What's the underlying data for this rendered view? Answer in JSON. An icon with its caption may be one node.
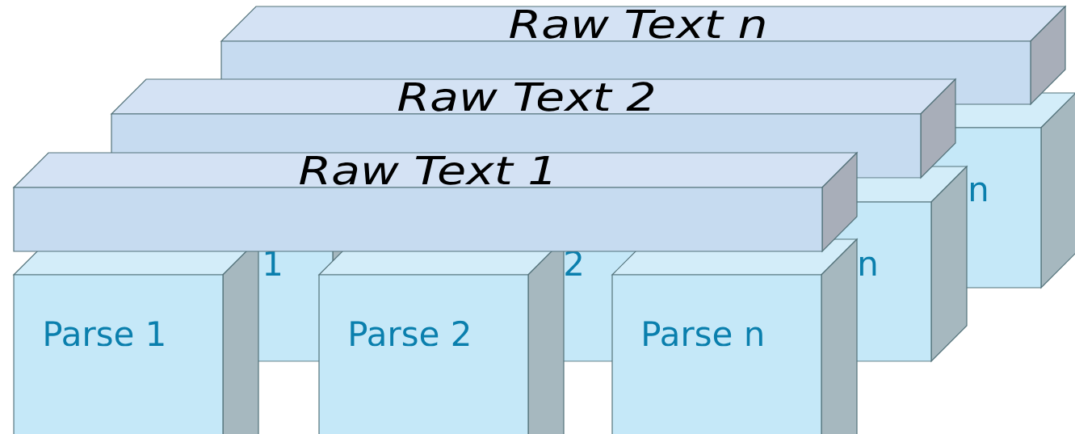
{
  "diagram": {
    "nodes": [
      {
        "text": [
          "Raw Text n"
        ]
      },
      {
        "text": [
          "Raw Text 2"
        ]
      },
      {
        "text": [
          "Raw Text 1"
        ]
      },
      {
        "text": [
          "n"
        ]
      },
      {
        "text": [
          "1"
        ]
      },
      {
        "text": [
          "2"
        ]
      },
      {
        "text": [
          "n"
        ]
      },
      {
        "text": [
          "Parse 1"
        ]
      },
      {
        "text": [
          "Parse 2"
        ]
      },
      {
        "text": [
          "Parse n"
        ]
      }
    ]
  }
}
